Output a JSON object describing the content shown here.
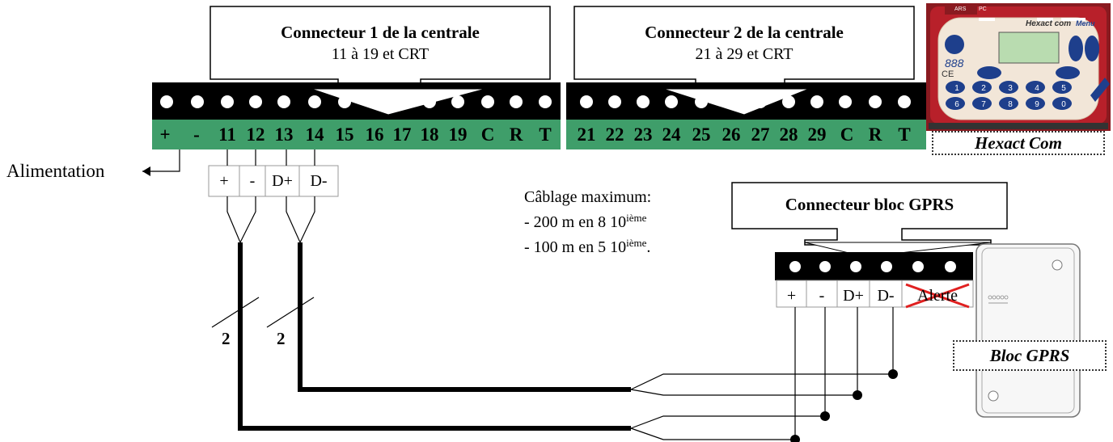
{
  "connector1": {
    "title": "Connecteur 1 de la centrale",
    "subtitle": "11 à 19 et CRT",
    "terminals": [
      "+",
      "-",
      "11",
      "12",
      "13",
      "14",
      "15",
      "16",
      "17",
      "18",
      "19",
      "C",
      "R",
      "T"
    ]
  },
  "connector2": {
    "title": "Connecteur 2 de la centrale",
    "subtitle": "21 à 29 et CRT",
    "terminals": [
      "21",
      "22",
      "23",
      "24",
      "25",
      "26",
      "27",
      "28",
      "29",
      "C",
      "R",
      "T"
    ]
  },
  "wiring_labels": [
    "+",
    "-",
    "D+",
    "D-"
  ],
  "alimentation": "Alimentation",
  "gprs_connector": {
    "title": "Connecteur bloc GPRS",
    "terminals": [
      "+",
      "-",
      "D+",
      "D-",
      "Alerte"
    ]
  },
  "cabling_note": {
    "title": "Câblage maximum:",
    "line1": {
      "prefix": "- 200 m en 8 10",
      "sup": "ième",
      "suffix": ""
    },
    "line2": {
      "prefix": "- 100 m en 5 10",
      "sup": "ième",
      "suffix": "."
    }
  },
  "cable_counts": [
    "2",
    "2"
  ],
  "hexact": {
    "caption": "Hexact Com",
    "brand": "Hexact com",
    "menu": "Menu",
    "display": "888",
    "ce": "CE",
    "keys": [
      "1",
      "2",
      "3",
      "4",
      "5",
      "6",
      "7",
      "8",
      "9",
      "0"
    ],
    "top_labels": [
      "ARS",
      "PC"
    ]
  },
  "gprs_device": {
    "caption": "Bloc GPRS"
  },
  "colors": {
    "terminal_green": "#3f9e6a",
    "strip_black": "#000000",
    "device_red": "#b8202a",
    "display_green": "#b9dcb0",
    "key_blue": "#1e3f8c",
    "cross_red": "#e02020"
  }
}
